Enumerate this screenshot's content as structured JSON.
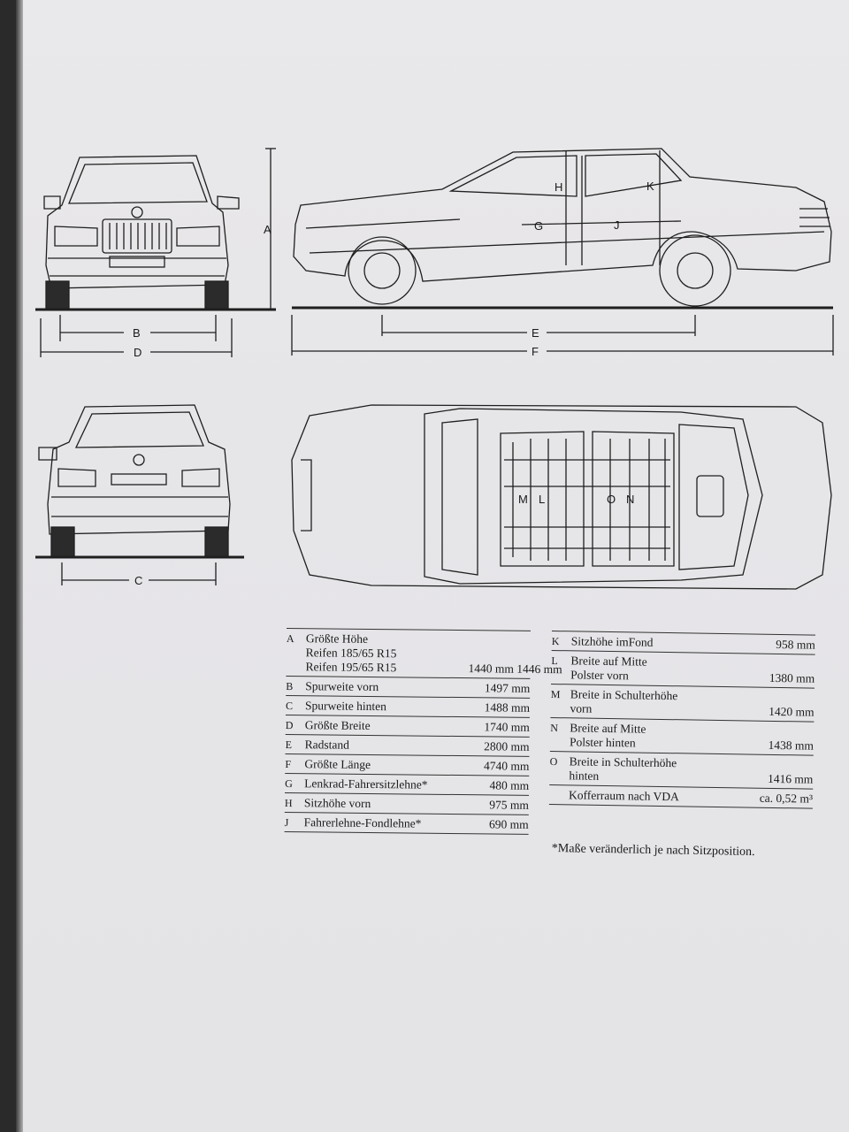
{
  "labels": {
    "A": "A",
    "B": "B",
    "C": "C",
    "D": "D",
    "E": "E",
    "F": "F",
    "G": "G",
    "H": "H",
    "J": "J",
    "K": "K",
    "L": "L",
    "M": "M",
    "N": "N",
    "O": "O"
  },
  "specs_left": [
    {
      "key": "A",
      "text": "Größte Höhe\nReifen 185/65 R15\nReifen 195/65 R15",
      "value": "\n1440 mm\n1446 mm"
    },
    {
      "key": "B",
      "text": "Spurweite vorn",
      "value": "1497 mm"
    },
    {
      "key": "C",
      "text": "Spurweite hinten",
      "value": "1488 mm"
    },
    {
      "key": "D",
      "text": "Größte Breite",
      "value": "1740 mm"
    },
    {
      "key": "E",
      "text": "Radstand",
      "value": "2800 mm"
    },
    {
      "key": "F",
      "text": "Größte Länge",
      "value": "4740 mm"
    },
    {
      "key": "G",
      "text": "Lenkrad-Fahrersitzlehne*",
      "value": "480 mm"
    },
    {
      "key": "H",
      "text": "Sitzhöhe vorn",
      "value": "975 mm"
    },
    {
      "key": "J",
      "text": "Fahrerlehne-Fondlehne*",
      "value": "690 mm"
    }
  ],
  "specs_right": [
    {
      "key": "K",
      "text": "Sitzhöhe imFond",
      "value": "958 mm"
    },
    {
      "key": "L",
      "text": "Breite auf Mitte\nPolster vorn",
      "value": "1380 mm"
    },
    {
      "key": "M",
      "text": "Breite in Schulterhöhe\nvorn",
      "value": "1420 mm"
    },
    {
      "key": "N",
      "text": "Breite auf Mitte\nPolster hinten",
      "value": "1438 mm"
    },
    {
      "key": "O",
      "text": "Breite in Schulterhöhe\nhinten",
      "value": "1416 mm"
    },
    {
      "key": "",
      "text": "Kofferraum nach VDA",
      "value": "ca. 0,52 m³"
    }
  ],
  "footnote": "*Maße veränderlich je nach Sitzposition."
}
